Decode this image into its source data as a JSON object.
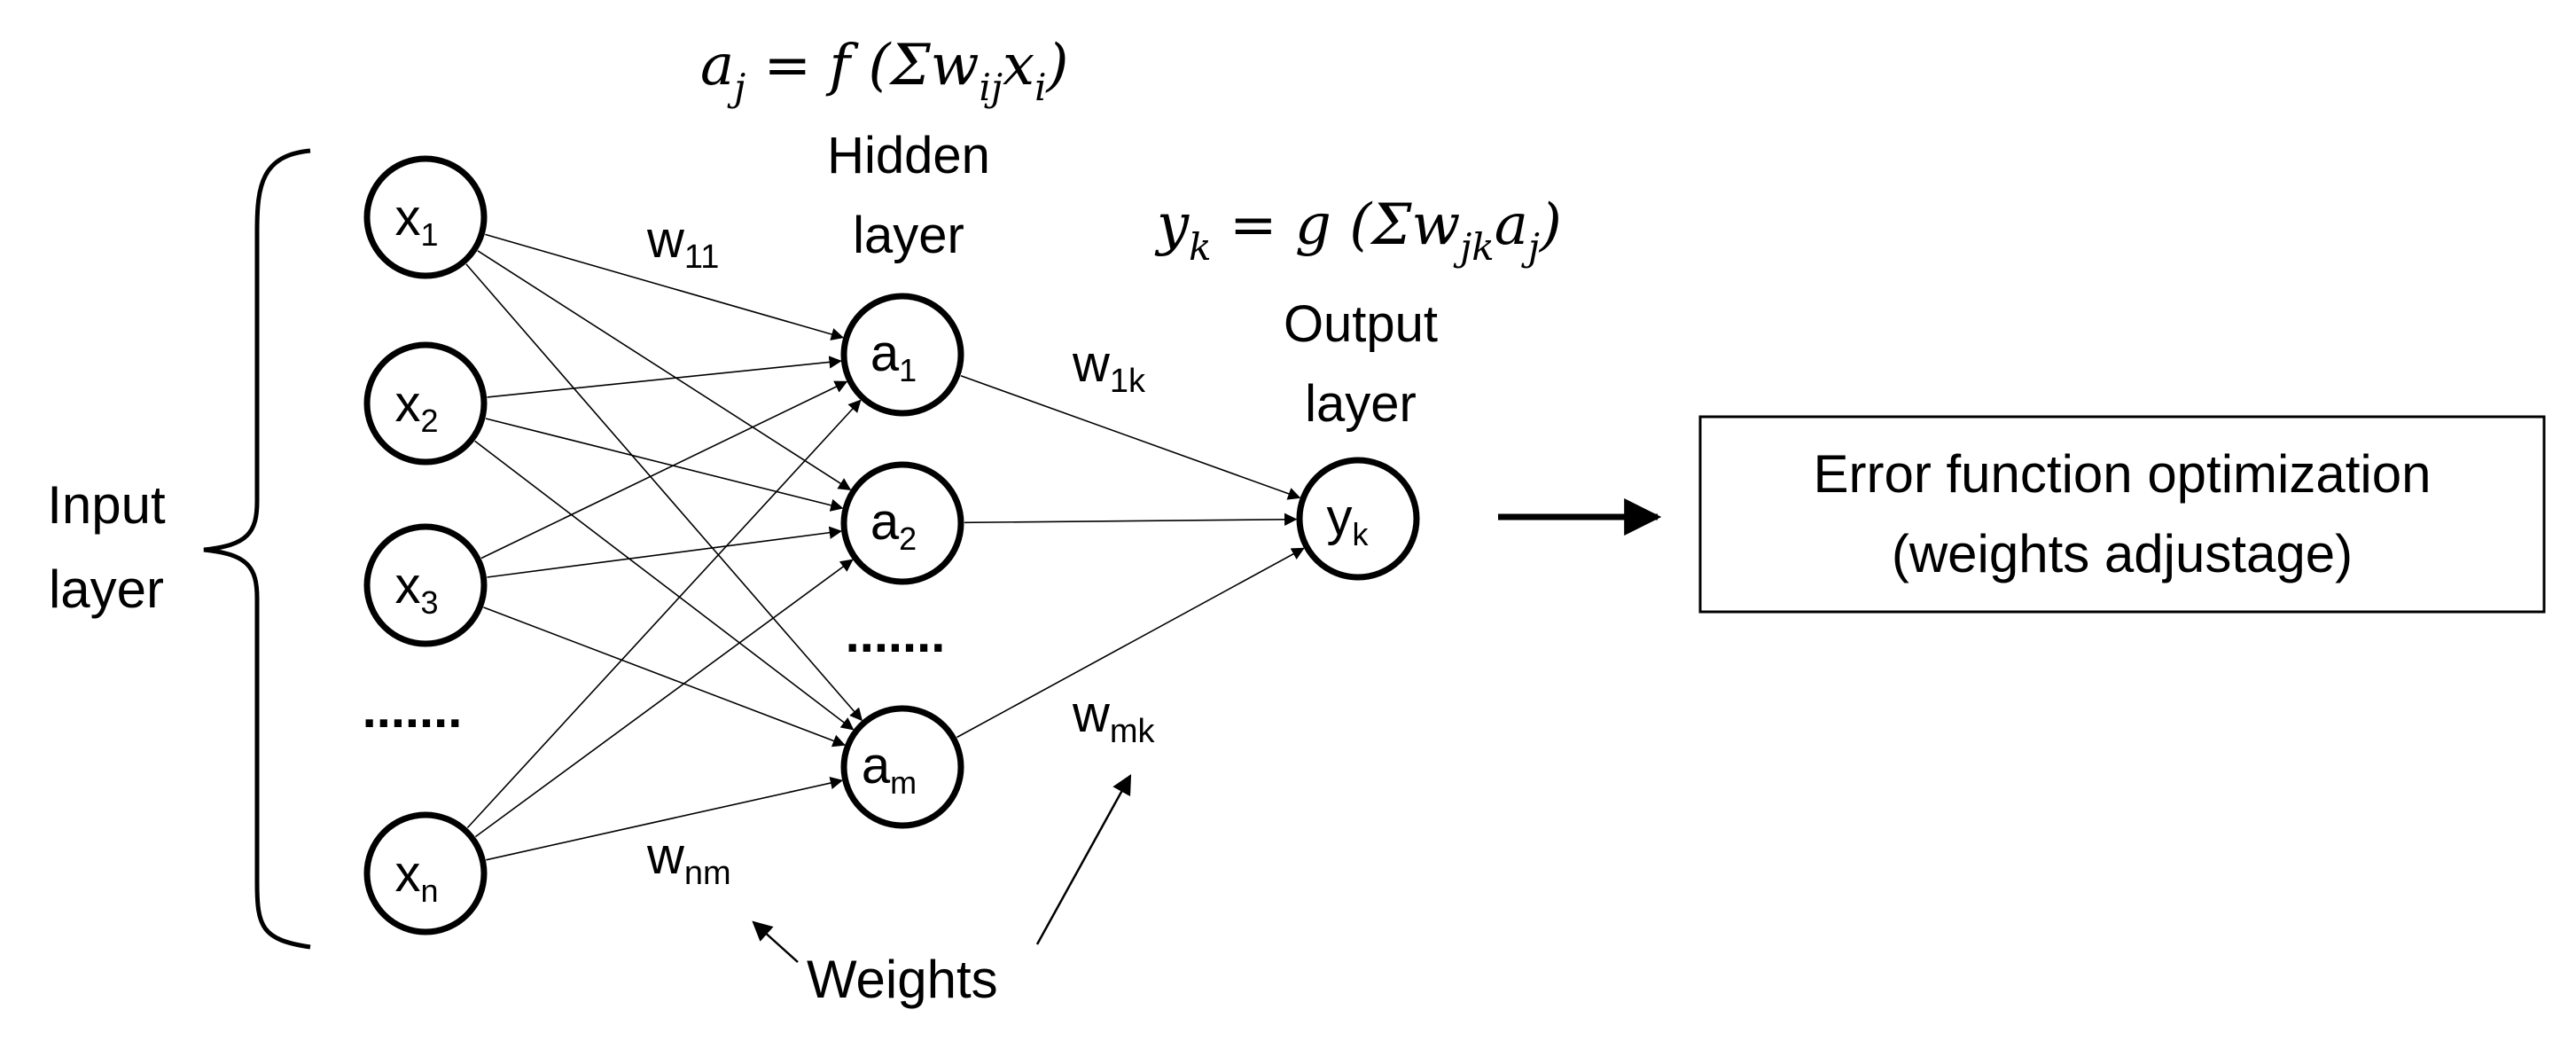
{
  "input_layer": {
    "label_line1": "Input",
    "label_line2": "layer",
    "nodes": [
      {
        "base": "x",
        "sub": "1"
      },
      {
        "base": "x",
        "sub": "2"
      },
      {
        "base": "x",
        "sub": "3"
      },
      {
        "base": "x",
        "sub": "n"
      }
    ],
    "ellipsis": "......."
  },
  "hidden_layer": {
    "label_line1": "Hidden",
    "label_line2": "layer",
    "nodes": [
      {
        "base": "a",
        "sub": "1"
      },
      {
        "base": "a",
        "sub": "2"
      },
      {
        "base": "a",
        "sub": "m"
      }
    ],
    "ellipsis": "......."
  },
  "output_layer": {
    "label_line1": "Output",
    "label_line2": "layer",
    "node": {
      "base": "y",
      "sub": "k"
    }
  },
  "formulas": {
    "hidden": {
      "lhs": "a",
      "lhs_sub": "j",
      "rhs_pre": " = f (Σw",
      "w_sub": "ij",
      "x": "x",
      "x_sub": "i",
      "close": ")"
    },
    "output": {
      "lhs": "y",
      "lhs_sub": "k",
      "rhs_pre": " = g (Σw",
      "w_sub": "jk",
      "a": "a",
      "a_sub": "j",
      "close": ")"
    }
  },
  "weights": {
    "w11": {
      "base": "w",
      "sub": "11"
    },
    "w1k": {
      "base": "w",
      "sub": "1k"
    },
    "wmk": {
      "base": "w",
      "sub": "mk"
    },
    "wnm": {
      "base": "w",
      "sub": "nm"
    },
    "caption": "Weights"
  },
  "optimization_box": {
    "line1": "Error function optimization",
    "line2": "(weights adjustage)"
  },
  "colors": {
    "stroke": "#000000",
    "background": "#ffffff"
  }
}
